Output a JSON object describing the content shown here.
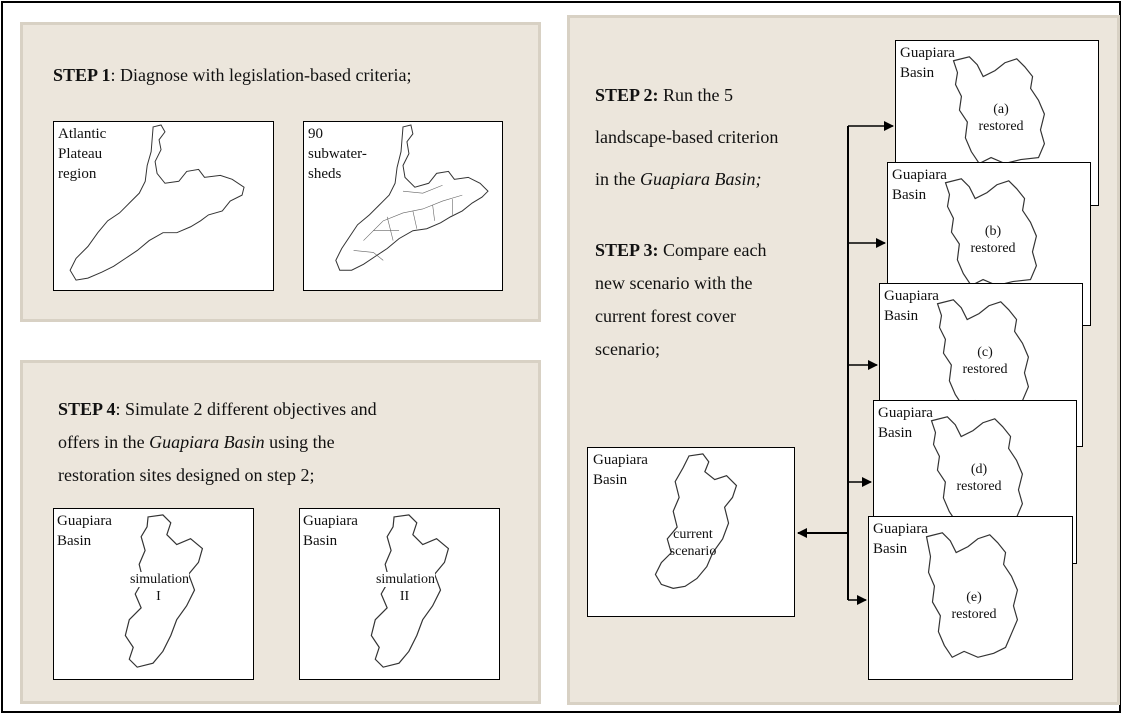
{
  "step1": {
    "bold": "STEP 1",
    "text": ": Diagnose with legislation-based  criteria;",
    "map1_label": "Atlantic\nPlateau\nregion",
    "map2_label": "90\nsubwater-\nsheds"
  },
  "step2": {
    "bold": "STEP 2:",
    "line1": "  Run the 5",
    "line2": "landscape-based criterion",
    "line3_prefix": "in the ",
    "line3_italic": "Guapiara Basin;"
  },
  "step3": {
    "bold": "STEP 3:",
    "line1": " Compare each",
    "line2": "new scenario with the",
    "line3": "current forest cover",
    "line4": "scenario;"
  },
  "step4": {
    "bold": "STEP 4",
    "line1": ": Simulate 2 different objectives and",
    "line2_prefix": "offers  in  the  ",
    "line2_italic": "Guapiara  Basin",
    "line2_suffix": "  using  the",
    "line3": "restoration sites designed on step 2;",
    "sim1": {
      "basin": "Guapiara\nBasin",
      "center": "simulation\nI"
    },
    "sim2": {
      "basin": "Guapiara\nBasin",
      "center": "simulation\nII"
    }
  },
  "current": {
    "basin": "Guapiara\nBasin",
    "center": "current\nscenario"
  },
  "restored": [
    {
      "basin": "Guapiara\nBasin",
      "center": "(a)\nrestored"
    },
    {
      "basin": "Guapiara\nBasin",
      "center": "(b)\nrestored"
    },
    {
      "basin": "Guapiara\nBasin",
      "center": "(c)\nrestored"
    },
    {
      "basin": "Guapiara\nBasin",
      "center": "(d)\nrestored"
    },
    {
      "basin": "Guapiara\nBasin",
      "center": "(e)\nrestored"
    }
  ]
}
